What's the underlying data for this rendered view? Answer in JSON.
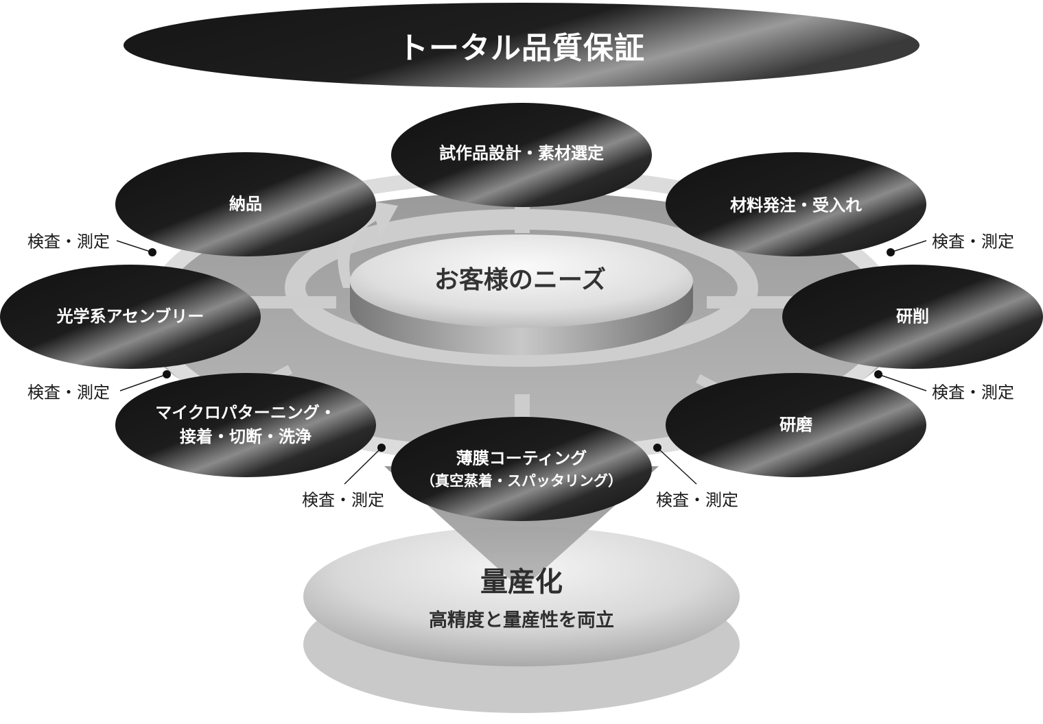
{
  "title": "トータル品質保証",
  "center": "お客様のニーズ",
  "nodes": {
    "design": "試作品設計・素材選定",
    "order": "材料発注・受入れ",
    "grinding": "研削",
    "polishing": "研磨",
    "coating_line1": "薄膜コーティング",
    "coating_line2": "（真空蒸着・スパッタリング）",
    "patterning_line1": "マイクロパターニング・",
    "patterning_line2": "接着・切断・洗浄",
    "assembly": "光学系アセンブリー",
    "delivery": "納品"
  },
  "inspection_label": "検査・測定",
  "mass_production": {
    "title": "量産化",
    "subtitle": "高精度と量産性を両立"
  }
}
